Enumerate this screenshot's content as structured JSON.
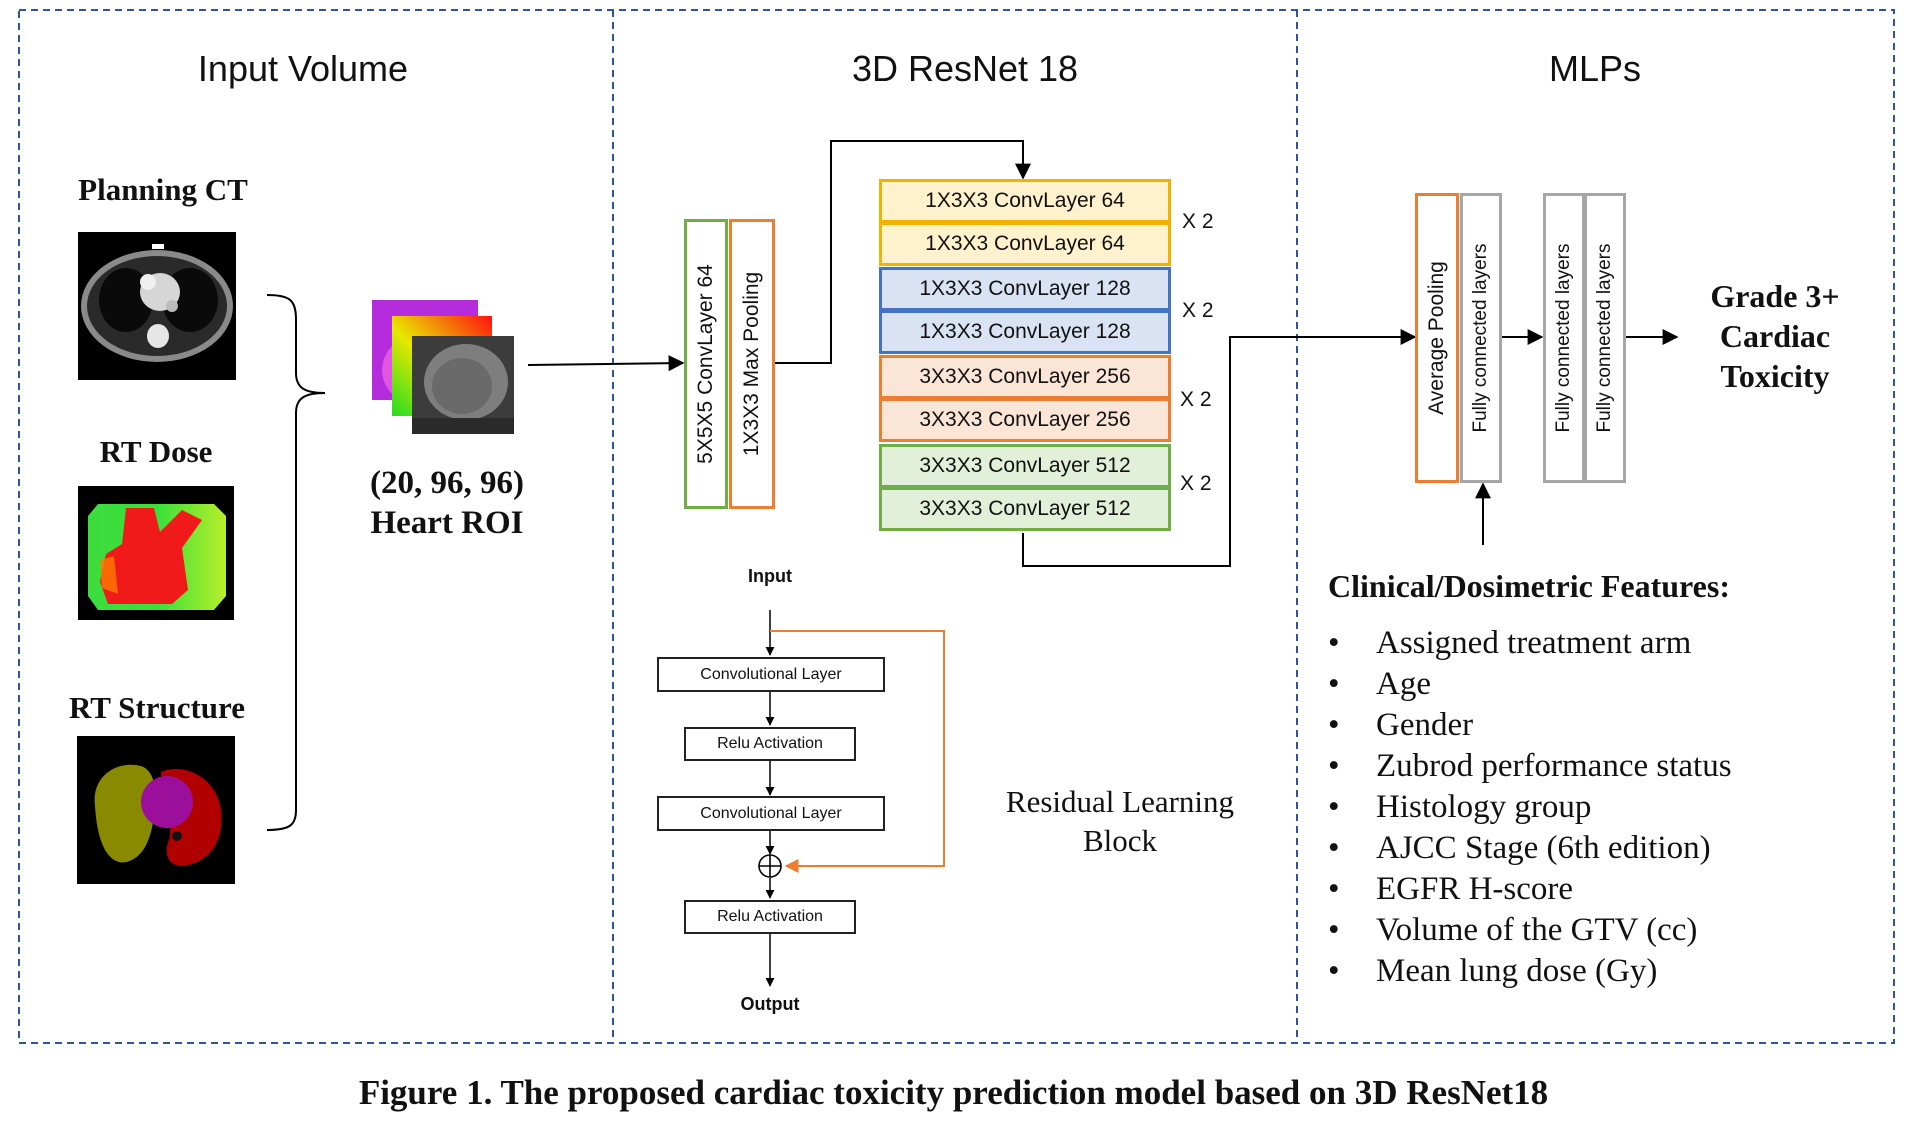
{
  "panels": {
    "input": {
      "title": "Input Volume"
    },
    "resnet": {
      "title": "3D ResNet 18"
    },
    "mlps": {
      "title": "MLPs"
    }
  },
  "inputs": {
    "planning_ct": "Planning CT",
    "rt_dose": "RT Dose",
    "rt_structure": "RT Structure"
  },
  "roi": {
    "shape": "(20, 96, 96)",
    "label": "Heart ROI"
  },
  "resnet": {
    "stem_conv": "5X5X5 ConvLayer 64",
    "stem_pool": "1X3X3 Max Pooling",
    "stages": [
      {
        "layers": [
          "1X3X3 ConvLayer 64",
          "1X3X3 ConvLayer 64"
        ],
        "repeat": "X 2",
        "border": "#f0b400",
        "fill": "#fff2cc"
      },
      {
        "layers": [
          "1X3X3 ConvLayer 128",
          "1X3X3 ConvLayer 128"
        ],
        "repeat": "X 2",
        "border": "#4472c4",
        "fill": "#dae3f3"
      },
      {
        "layers": [
          "3X3X3 ConvLayer 256",
          "3X3X3 ConvLayer 256"
        ],
        "repeat": "X 2",
        "border": "#ed7d31",
        "fill": "#fbe5d6"
      },
      {
        "layers": [
          "3X3X3 ConvLayer 512",
          "3X3X3 ConvLayer 512"
        ],
        "repeat": "X 2",
        "border": "#70ad47",
        "fill": "#e2f0d9"
      }
    ]
  },
  "residual_block": {
    "input_label": "Input",
    "output_label": "Output",
    "layers": [
      "Convolutional Layer",
      "Relu Activation",
      "Convolutional Layer",
      "Relu Activation"
    ],
    "add_symbol": "⊕",
    "caption_line1": "Residual Learning",
    "caption_line2": "Block"
  },
  "mlp": {
    "avg_pool": "Average Pooling",
    "fc1": "Fully connected layers",
    "fc2": "Fully connected layers",
    "fc3": "Fully connected layers",
    "output_line1": "Grade 3+",
    "output_line2": "Cardiac",
    "output_line3": "Toxicity"
  },
  "features": {
    "title": "Clinical/Dosimetric Features:",
    "bullet": "•",
    "items": [
      "Assigned treatment arm",
      "Age",
      "Gender",
      "Zubrod performance status",
      "Histology group",
      "AJCC Stage (6th edition)",
      "EGFR H-score",
      "Volume of the GTV (cc)",
      "Mean lung dose (Gy)"
    ]
  },
  "caption": "Figure 1. The proposed cardiac toxicity prediction model based on 3D ResNet18",
  "colors": {
    "panel_border": "#2f5597",
    "stem_green": "#70ad47",
    "stem_orange": "#ed7d31",
    "mlp_gray": "#a6a6a6",
    "residual_skip": "#ed7d31"
  }
}
